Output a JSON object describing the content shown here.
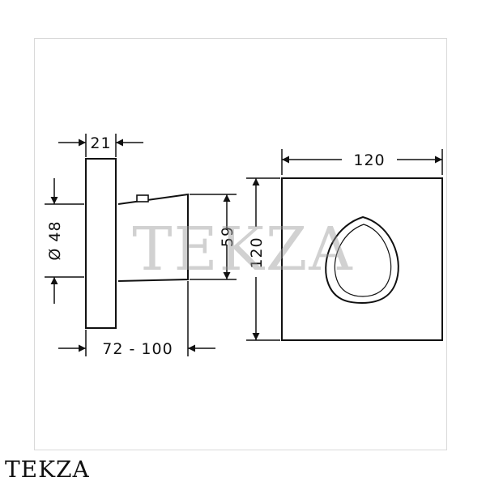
{
  "brand_label": "TEKZA",
  "watermark_text": "TEKZA",
  "dimensions": {
    "plate_depth": "21",
    "body_diameter": "Ø 48",
    "body_height": "59",
    "install_depth": "72 - 100",
    "plate_width": "120",
    "plate_height": "120"
  },
  "colors": {
    "line": "#111111",
    "frame": "#d9d9d9",
    "watermark": "#9a9a9a"
  }
}
